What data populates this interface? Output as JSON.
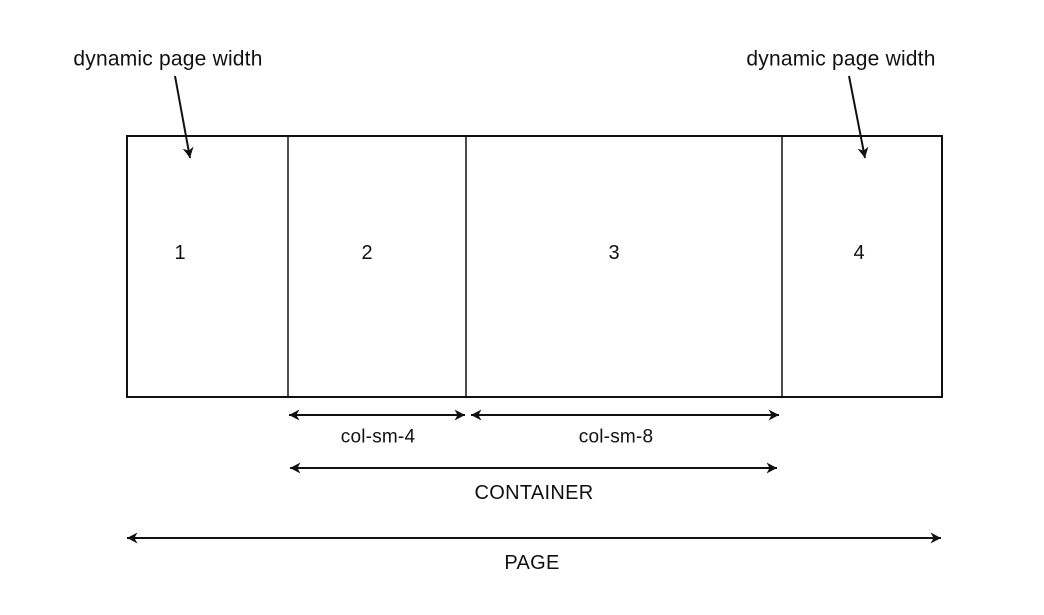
{
  "canvas": {
    "background": "#ffffff",
    "ink_color": "#111111"
  },
  "annotations": {
    "left": {
      "label": "dynamic page width"
    },
    "right": {
      "label": "dynamic page width"
    }
  },
  "grid": {
    "columns": [
      {
        "number": "1"
      },
      {
        "number": "2"
      },
      {
        "number": "3"
      },
      {
        "number": "4"
      }
    ]
  },
  "measurements": {
    "col_sm_4": {
      "label": "col-sm-4"
    },
    "col_sm_8": {
      "label": "col-sm-8"
    },
    "container": {
      "label": "CONTAINER"
    },
    "page": {
      "label": "PAGE"
    }
  }
}
